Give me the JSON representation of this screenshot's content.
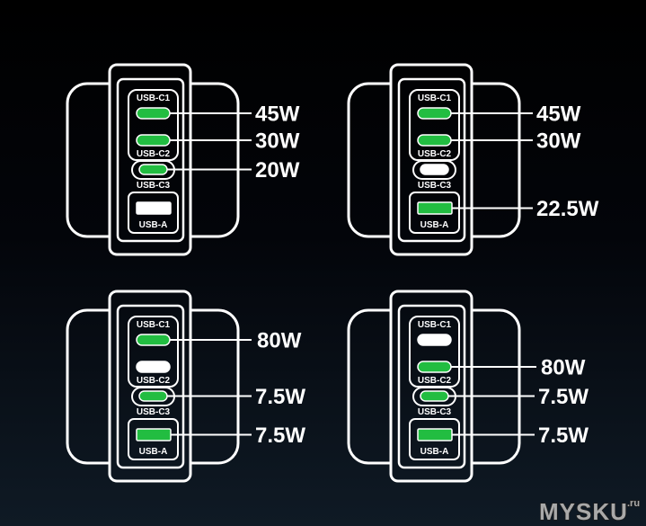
{
  "port_labels": [
    "USB-C1",
    "USB-C2",
    "USB-C3",
    "USB-A"
  ],
  "chargers": [
    {
      "ports": [
        {
          "active": true,
          "power": "45W"
        },
        {
          "active": true,
          "power": "30W"
        },
        {
          "active": true,
          "power": "20W"
        },
        {
          "active": false
        }
      ]
    },
    {
      "ports": [
        {
          "active": true,
          "power": "45W"
        },
        {
          "active": true,
          "power": "30W"
        },
        {
          "active": false
        },
        {
          "active": true,
          "power": "22.5W"
        }
      ]
    },
    {
      "ports": [
        {
          "active": true,
          "power": "80W"
        },
        {
          "active": false
        },
        {
          "active": true,
          "power": "7.5W"
        },
        {
          "active": true,
          "power": "7.5W"
        }
      ]
    },
    {
      "ports": [
        {
          "active": false
        },
        {
          "active": true,
          "power": "80W"
        },
        {
          "active": true,
          "power": "7.5W"
        },
        {
          "active": true,
          "power": "7.5W"
        }
      ]
    }
  ],
  "colors": {
    "active_port": "#22bd41",
    "inactive_port": "#ffffff"
  },
  "watermark": {
    "brand": "MYSKU",
    "tld": ".ru"
  }
}
